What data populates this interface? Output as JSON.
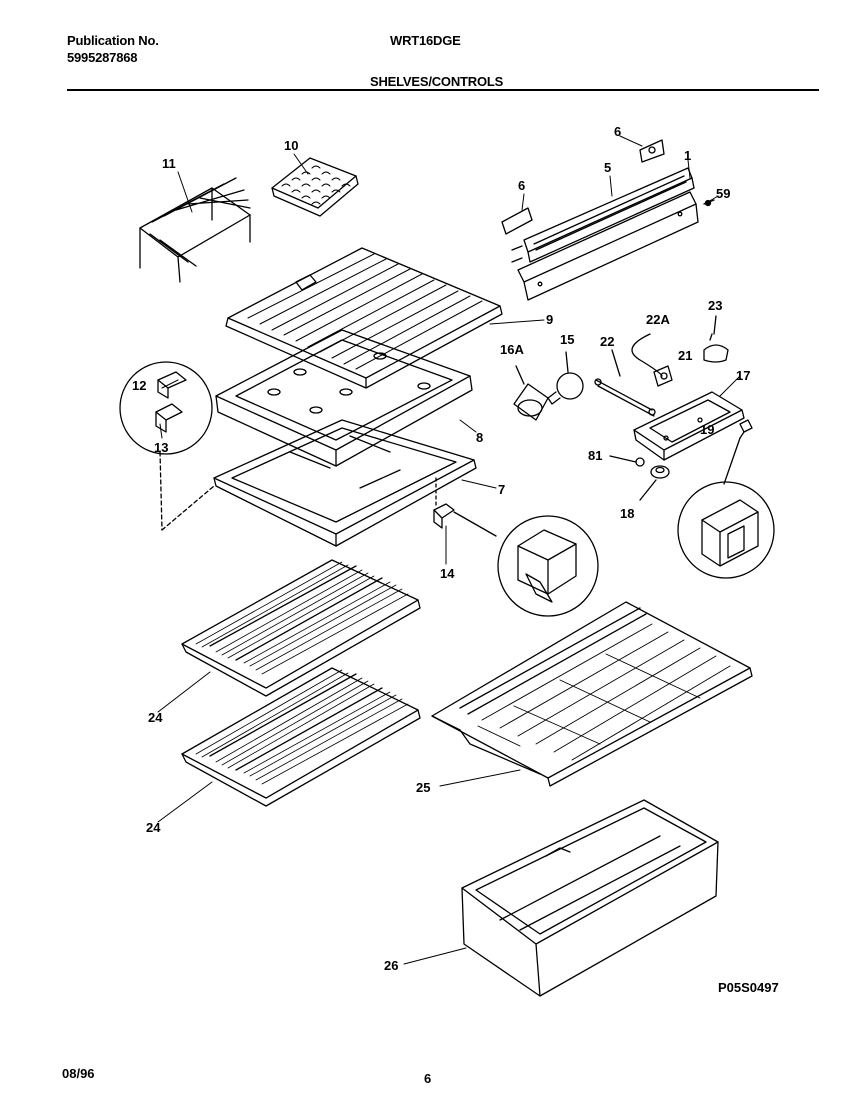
{
  "header": {
    "publication_label": "Publication No.",
    "publication_number": "5995287868",
    "model": "WRT16DGE",
    "section_title": "SHELVES/CONTROLS"
  },
  "callouts": {
    "c1": "1",
    "c5": "5",
    "c6a": "6",
    "c6b": "6",
    "c59": "59",
    "c7": "7",
    "c8": "8",
    "c9": "9",
    "c10": "10",
    "c11": "11",
    "c12": "12",
    "c13": "13",
    "c14": "14",
    "c15": "15",
    "c16a": "16A",
    "c17": "17",
    "c18": "18",
    "c19": "19",
    "c21": "21",
    "c22": "22",
    "c22a": "22A",
    "c23": "23",
    "c24a": "24",
    "c24b": "24",
    "c25": "25",
    "c26": "26",
    "c81": "81"
  },
  "drawing_id": "P05S0497",
  "footer": {
    "date": "08/96",
    "page": "6"
  }
}
